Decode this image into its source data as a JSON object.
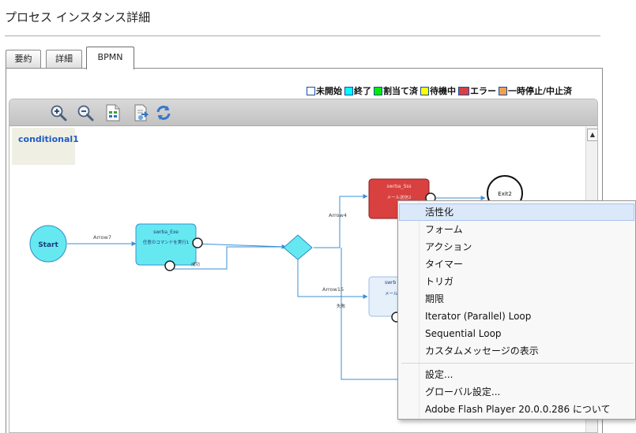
{
  "page": {
    "title": "プロセス インスタンス詳細"
  },
  "tabs": [
    {
      "label": "要約",
      "active": false
    },
    {
      "label": "詳細",
      "active": false
    },
    {
      "label": "BPMN",
      "active": true
    }
  ],
  "legend": [
    {
      "label": "未開始",
      "color": "#ffffff"
    },
    {
      "label": "終了",
      "color": "#00ffff"
    },
    {
      "label": "割当て済",
      "color": "#00ee00"
    },
    {
      "label": "待機中",
      "color": "#ffff00"
    },
    {
      "label": "エラー",
      "color": "#d94040"
    },
    {
      "label": "一時停止/中止済",
      "color": "#f0a050"
    }
  ],
  "toolbar": {
    "buttons": [
      {
        "name": "zoom-in",
        "icon": "zoom-in-icon"
      },
      {
        "name": "zoom-out",
        "icon": "zoom-out-icon"
      },
      {
        "name": "fit-page",
        "icon": "document-fit-icon"
      },
      {
        "name": "export",
        "icon": "page-export-icon"
      },
      {
        "name": "refresh",
        "icon": "refresh-icon"
      }
    ]
  },
  "diagram": {
    "container_label": "conditional1",
    "start_label": "Start",
    "task1": {
      "title": "swrba_Exe",
      "subtitle": "任意のコマンドを実行1",
      "boundary_label": "成功"
    },
    "task_error": {
      "title": "swrba_Sss",
      "subtitle": "メール送信2"
    },
    "task_pending": {
      "title": "swrb",
      "subtitle": "メール"
    },
    "exit_label": "Exit2",
    "arrows": {
      "arrow7": "Arrow7",
      "arrow4": "Arrow4",
      "arrow15": "Arrow15",
      "failure": "失敗"
    }
  },
  "context_menu": {
    "items": [
      {
        "label": "活性化",
        "highlighted": true
      },
      {
        "label": "フォーム"
      },
      {
        "label": "アクション"
      },
      {
        "label": "タイマー"
      },
      {
        "label": "トリガ"
      },
      {
        "label": "期限"
      },
      {
        "label": "Iterator (Parallel) Loop"
      },
      {
        "label": "Sequential Loop"
      },
      {
        "label": "カスタムメッセージの表示"
      }
    ],
    "items2": [
      {
        "label": "設定..."
      },
      {
        "label": "グローバル設定..."
      },
      {
        "label": "Adobe Flash Player 20.0.0.286  について"
      }
    ]
  },
  "colors": {
    "finished": "#66e8f0",
    "error": "#d94040",
    "pending": "#e6f0fa",
    "arrow": "#3b8fd6"
  }
}
